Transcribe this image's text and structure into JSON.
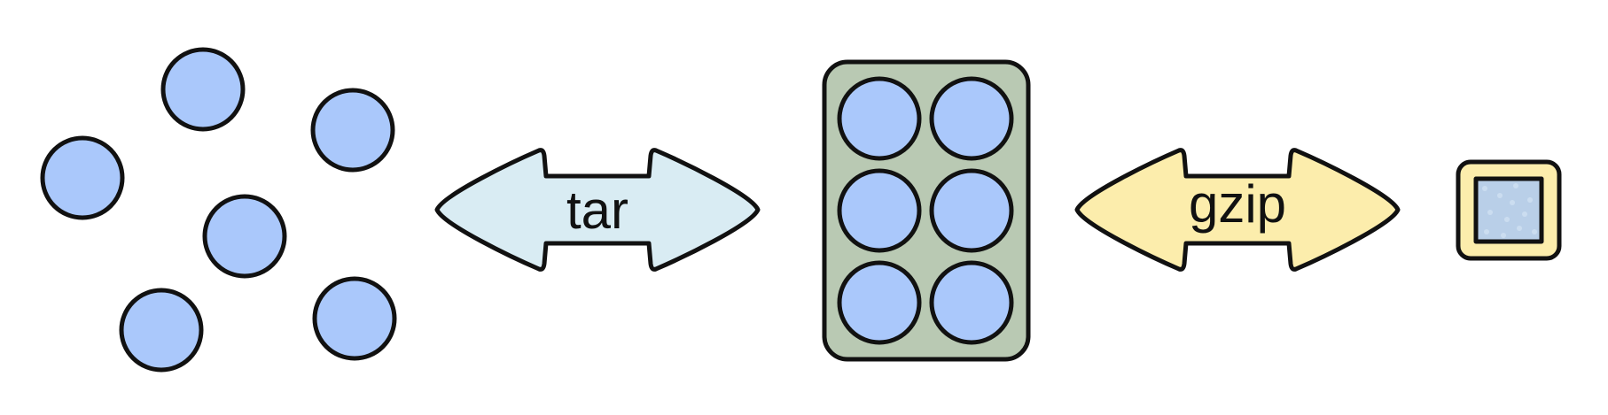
{
  "colors": {
    "file": "#aac8fb",
    "archive": "#b9c9b3",
    "tar_arrow": "#d9ecf3",
    "gzip_arrow": "#fcedac",
    "compressed_frame": "#fcedac",
    "compressed_core": "#b9cfe8",
    "stroke": "#111111"
  },
  "loose_files": {
    "count": 6
  },
  "tar_arrow": {
    "label": "tar"
  },
  "archive": {
    "file_count": 6
  },
  "gzip_arrow": {
    "label": "gzip"
  },
  "compressed_file": {
    "icon": "compressed-archive-icon"
  }
}
